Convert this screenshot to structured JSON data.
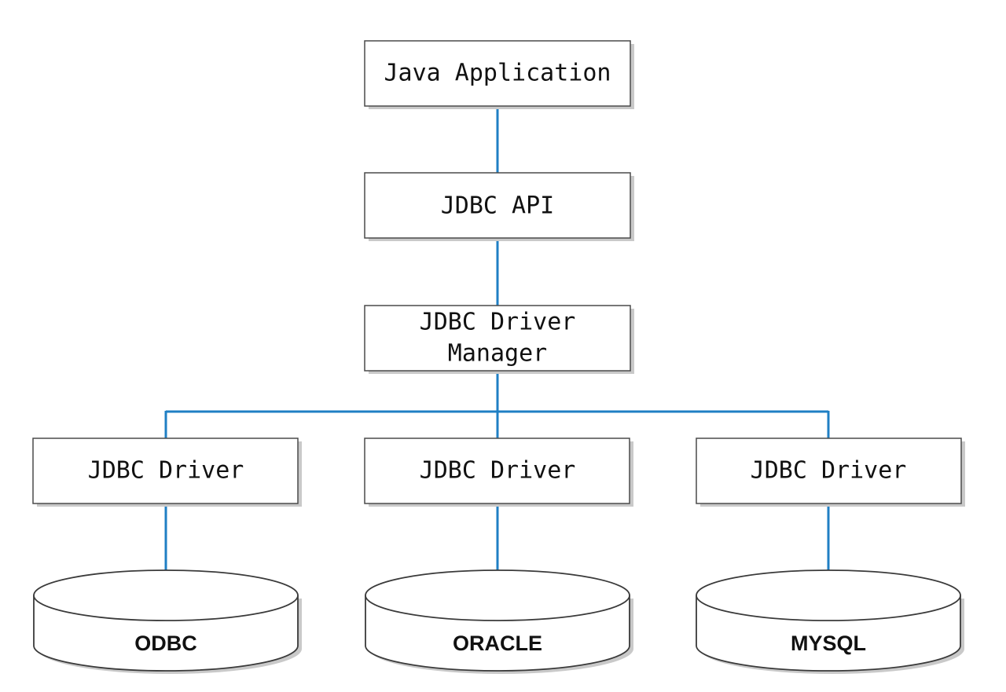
{
  "colors": {
    "connector": "#1f7fc4",
    "box_border": "#4a4a4a",
    "background": "#ffffff"
  },
  "nodes": {
    "java_application": "Java Application",
    "jdbc_api": "JDBC API",
    "driver_manager": [
      "JDBC Driver",
      "Manager"
    ],
    "drivers": [
      "JDBC Driver",
      "JDBC Driver",
      "JDBC Driver"
    ],
    "databases": [
      "ODBC",
      "ORACLE",
      "MYSQL"
    ]
  }
}
